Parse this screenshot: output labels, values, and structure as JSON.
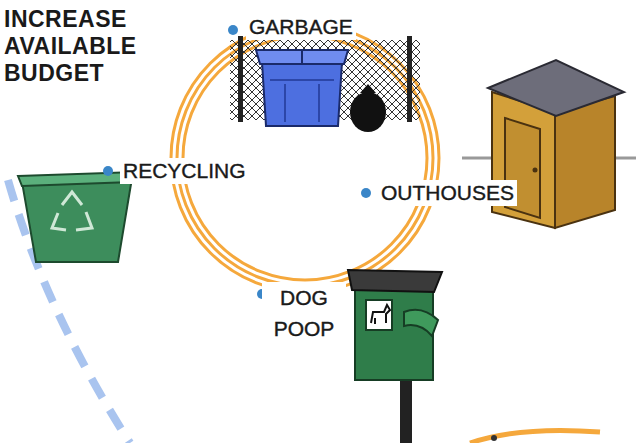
{
  "diagram": {
    "title": "INCREASE AVAILABLE BUDGET",
    "labels": [
      "GARBAGE",
      "RECYCLING",
      "OUTHOUSES",
      "DOG POOP"
    ]
  }
}
